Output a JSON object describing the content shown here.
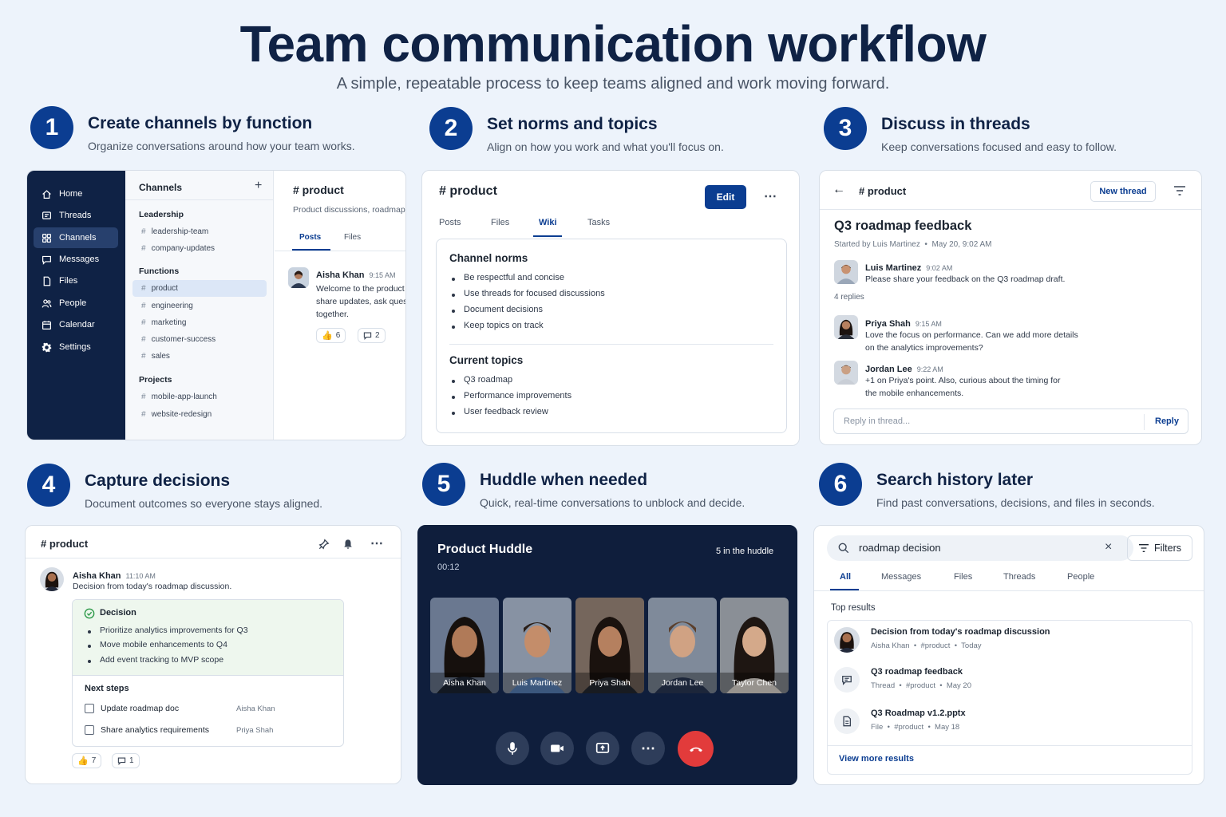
{
  "header": {
    "title": "Team communication workflow",
    "subtitle": "A simple, repeatable process to keep teams aligned and work moving forward."
  },
  "colors": {
    "brand": "#0b3d91",
    "navy": "#0f2245",
    "danger": "#e23b3b",
    "decision_bg": "#eef7ee"
  },
  "steps": [
    {
      "num": "1",
      "title": "Create channels by function",
      "desc": "Organize conversations around how your team works."
    },
    {
      "num": "2",
      "title": "Set norms and topics",
      "desc": "Align on how you work and what you'll focus on."
    },
    {
      "num": "3",
      "title": "Discuss in threads",
      "desc": "Keep conversations focused and easy to follow."
    },
    {
      "num": "4",
      "title": "Capture decisions",
      "desc": "Document outcomes so everyone stays aligned."
    },
    {
      "num": "5",
      "title": "Huddle when needed",
      "desc": "Quick, real-time conversations to unblock and decide."
    },
    {
      "num": "6",
      "title": "Search history later",
      "desc": "Find past conversations, decisions, and files in seconds."
    }
  ],
  "p1": {
    "nav": [
      {
        "label": "Home",
        "icon": "home-icon"
      },
      {
        "label": "Threads",
        "icon": "threads-icon"
      },
      {
        "label": "Channels",
        "icon": "channels-icon"
      },
      {
        "label": "Messages",
        "icon": "messages-icon"
      },
      {
        "label": "Files",
        "icon": "file-icon"
      },
      {
        "label": "People",
        "icon": "people-icon"
      },
      {
        "label": "Calendar",
        "icon": "calendar-icon"
      },
      {
        "label": "Settings",
        "icon": "gear-icon"
      }
    ],
    "channels_title": "Channels",
    "add": "+",
    "hash": "#",
    "sections": [
      {
        "name": "Leadership",
        "items": [
          "leadership-team",
          "company-updates"
        ]
      },
      {
        "name": "Functions",
        "items": [
          "product",
          "engineering",
          "marketing",
          "customer-success",
          "sales"
        ]
      },
      {
        "name": "Projects",
        "items": [
          "mobile-app-launch",
          "website-redesign"
        ]
      }
    ],
    "channel_name": "# product",
    "channel_desc": "Product discussions, roadmap",
    "tabs": [
      "Posts",
      "Files"
    ],
    "message": {
      "author": "Aisha Khan",
      "time": "9:15 AM",
      "line1": "Welcome to the product",
      "line2": "share updates, ask questions",
      "line3": "together."
    },
    "reactions": [
      "6",
      "2"
    ]
  },
  "p2": {
    "channel_name": "# product",
    "edit": "Edit",
    "tabs": [
      "Posts",
      "Files",
      "Wiki",
      "Tasks"
    ],
    "norms_title": "Channel norms",
    "norms": [
      "Be respectful and concise",
      "Use threads for focused discussions",
      "Document decisions",
      "Keep topics on track"
    ],
    "topics_title": "Current topics",
    "topics": [
      "Q3 roadmap",
      "Performance improvements",
      "User feedback review"
    ]
  },
  "p3": {
    "channel_name": "# product",
    "new_thread": "New thread",
    "thread_title": "Q3 roadmap feedback",
    "started_by": "Started by Luis Martinez  •  May 20, 9:02 AM",
    "op": {
      "author": "Luis Martinez",
      "time": "9:02 AM",
      "text": "Please share your feedback on the Q3 roadmap draft."
    },
    "replies_count": "4 replies",
    "replies": [
      {
        "author": "Priya Shah",
        "time": "9:15 AM",
        "line1": "Love the focus on performance. Can we add more details",
        "line2": "on the analytics improvements?"
      },
      {
        "author": "Jordan Lee",
        "time": "9:22 AM",
        "line1": "+1 on Priya's point. Also, curious about the timing for",
        "line2": "the mobile enhancements."
      }
    ],
    "reply_placeholder": "Reply in thread...",
    "reply_button": "Reply"
  },
  "p4": {
    "channel_name": "# product",
    "message": {
      "author": "Aisha Khan",
      "time": "11:10 AM",
      "text": "Decision from today's roadmap discussion."
    },
    "decision_title": "Decision",
    "decisions": [
      "Prioritize analytics improvements for Q3",
      "Move mobile enhancements to Q4",
      "Add event tracking to MVP scope"
    ],
    "next_steps_title": "Next steps",
    "next_steps": [
      {
        "task": "Update roadmap doc",
        "owner": "Aisha Khan"
      },
      {
        "task": "Share analytics requirements",
        "owner": "Priya Shah"
      }
    ],
    "reactions": [
      "7",
      "1"
    ]
  },
  "p5": {
    "title": "Product Huddle",
    "timer": "00:12",
    "count": "5 in the huddle",
    "participants": [
      "Aisha Khan",
      "Luis Martinez",
      "Priya Shah",
      "Jordan Lee",
      "Taylor Chen"
    ]
  },
  "p6": {
    "query": "roadmap decision",
    "filters": "Filters",
    "tabs": [
      "All",
      "Messages",
      "Files",
      "Threads",
      "People"
    ],
    "top_results": "Top results",
    "results": [
      {
        "title": "Decision from today's roadmap discussion",
        "meta": "Aisha Khan  •  #product  •  Today"
      },
      {
        "title": "Q3 roadmap feedback",
        "meta": "Thread  •  #product  •  May 20"
      },
      {
        "title": "Q3 Roadmap v1.2.pptx",
        "meta": "File  •  #product  •  May 18"
      }
    ],
    "view_more": "View more results"
  }
}
